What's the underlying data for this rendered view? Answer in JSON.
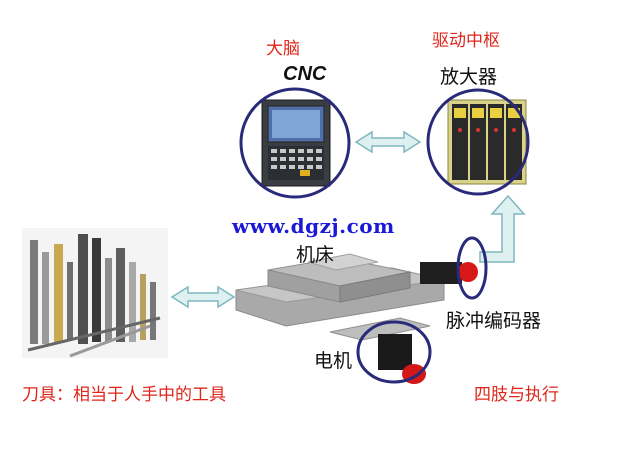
{
  "labels": {
    "brain": "大脑",
    "cnc": "CNC",
    "drive_hub": "驱动中枢",
    "amplifier": "放大器",
    "website": "www.dgzj.com",
    "machine_bed": "机床",
    "pulse_encoder": "脉冲编码器",
    "motor": "电机",
    "tool_caption": "刀具：相当于人手中的工具",
    "limbs_caption": "四肢与执行"
  },
  "colors": {
    "red_label": "#e0261b",
    "website_blue": "#1a1ad6",
    "ellipse_stroke": "#2a2a7a",
    "arrow_fill": "#dff0f0",
    "arrow_stroke": "#7fb7bf"
  }
}
